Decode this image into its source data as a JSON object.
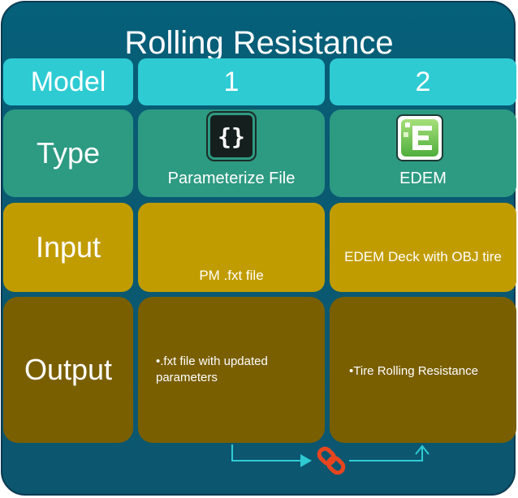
{
  "title": "Rolling Resistance",
  "header": {
    "label": "Model",
    "col1": "1",
    "col2": "2"
  },
  "rows": {
    "type": {
      "label": "Type",
      "col1": "Parameterize File",
      "col2": "EDEM"
    },
    "input": {
      "label": "Input",
      "col1": "PM .fxt file",
      "col2": "EDEM Deck with OBJ tire"
    },
    "output": {
      "label": "Output",
      "col1": "•.fxt file with updated parameters",
      "col2": "•Tire Rolling Resistance"
    }
  },
  "icons": {
    "col1": "braces-file-icon",
    "col2": "edem-logo-icon",
    "link": "chain-link-icon"
  },
  "colors": {
    "background": "#05607a",
    "header": "#2ecbd3",
    "type_row": "#2d9a82",
    "input_row": "#c19c00",
    "output_row": "#7a5f00",
    "arrow": "#2ecbd3",
    "link": "#e8451e"
  }
}
